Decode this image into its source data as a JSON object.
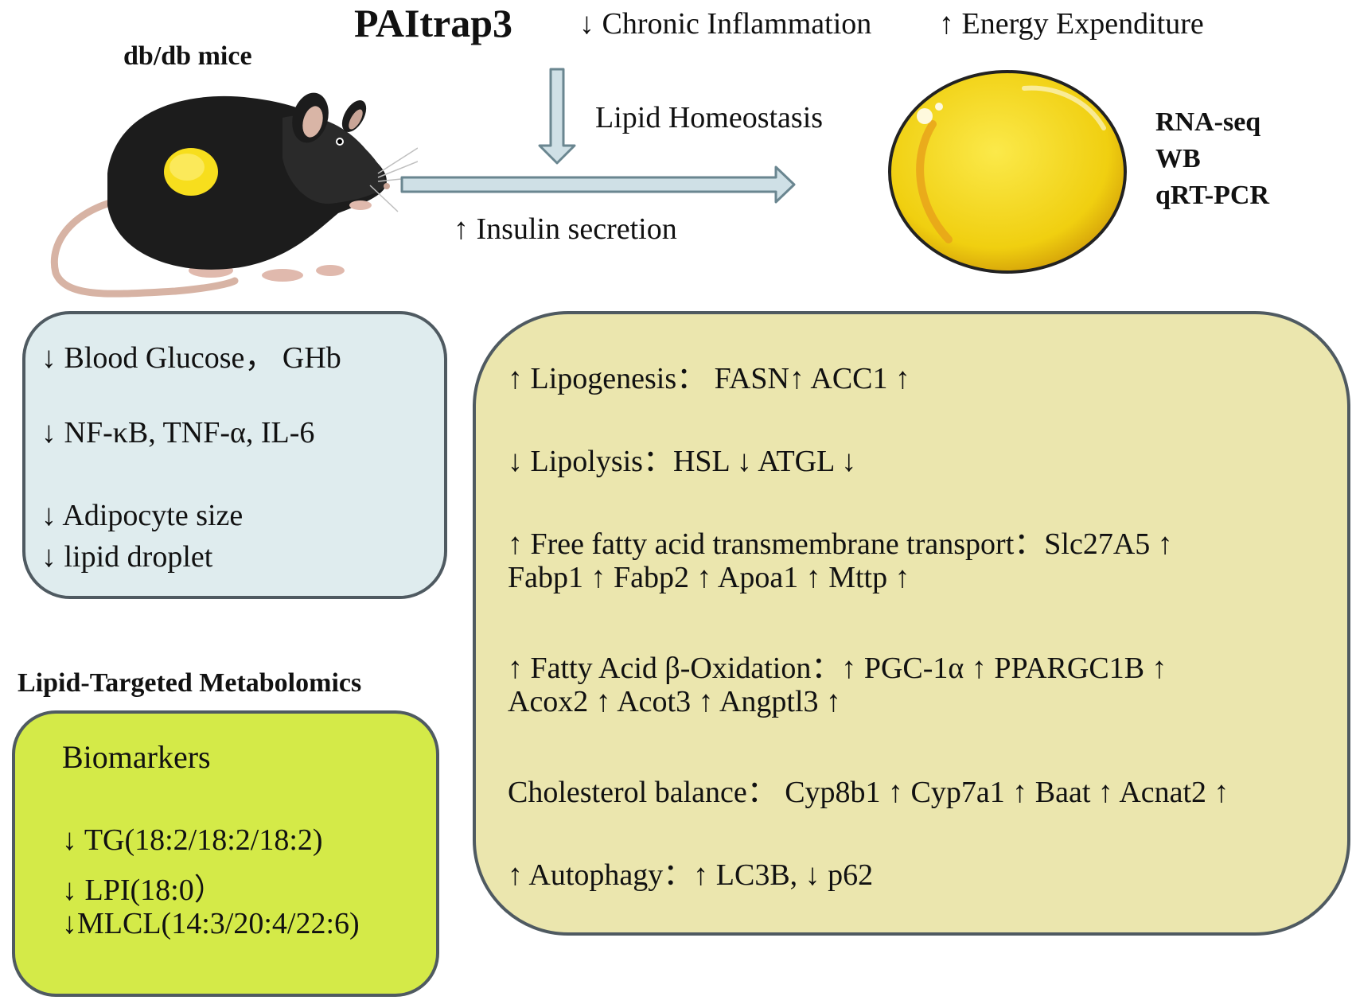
{
  "title": "PAItrap3",
  "effects": {
    "inflammation": "↓ Chronic Inflammation",
    "energy": "↑ Energy Expenditure",
    "lipid_homeostasis": "Lipid Homeostasis",
    "insulin": "↑ Insulin secretion"
  },
  "mouse_label": "db/db mice",
  "methods": [
    "RNA-seq",
    "WB",
    "qRT-PCR"
  ],
  "blue_box": [
    "↓ Blood Glucose， GHb",
    "↓ NF-κB, TNF-α, IL-6",
    "↓ Adipocyte size",
    "↓ lipid droplet"
  ],
  "metabolomics_label": "Lipid-Targeted Metabolomics",
  "green_box": {
    "heading": "Biomarkers",
    "items": [
      "↓ TG(18:2/18:2/18:2)",
      "↓ LPI(18:0）",
      "↓MLCL(14:3/20:4/22:6)"
    ]
  },
  "yellow_box": [
    "↑  Lipogenesis：  FASN↑  ACC1 ↑",
    "↓  Lipolysis：HSL ↓ ATGL ↓",
    "↑  Free fatty acid transmembrane transport：Slc27A5 ↑",
    "Fabp1 ↑  Fabp2 ↑ Apoa1 ↑ Mttp ↑",
    "↑ Fatty Acid β-Oxidation：↑ PGC-1α ↑ PPARGC1B ↑",
    "Acox2 ↑  Acot3 ↑  Angptl3 ↑",
    "Cholesterol balance：  Cyp8b1 ↑ Cyp7a1 ↑  Baat ↑ Acnat2 ↑",
    "↑  Autophagy：↑ LC3B, ↓ p62"
  ],
  "colors": {
    "blue_box": "#dfecee",
    "green_box": "#d4ea48",
    "yellow_box": "#ebe6ae",
    "arrow": "#cfe0e6",
    "droplet": "#f2d21b"
  }
}
